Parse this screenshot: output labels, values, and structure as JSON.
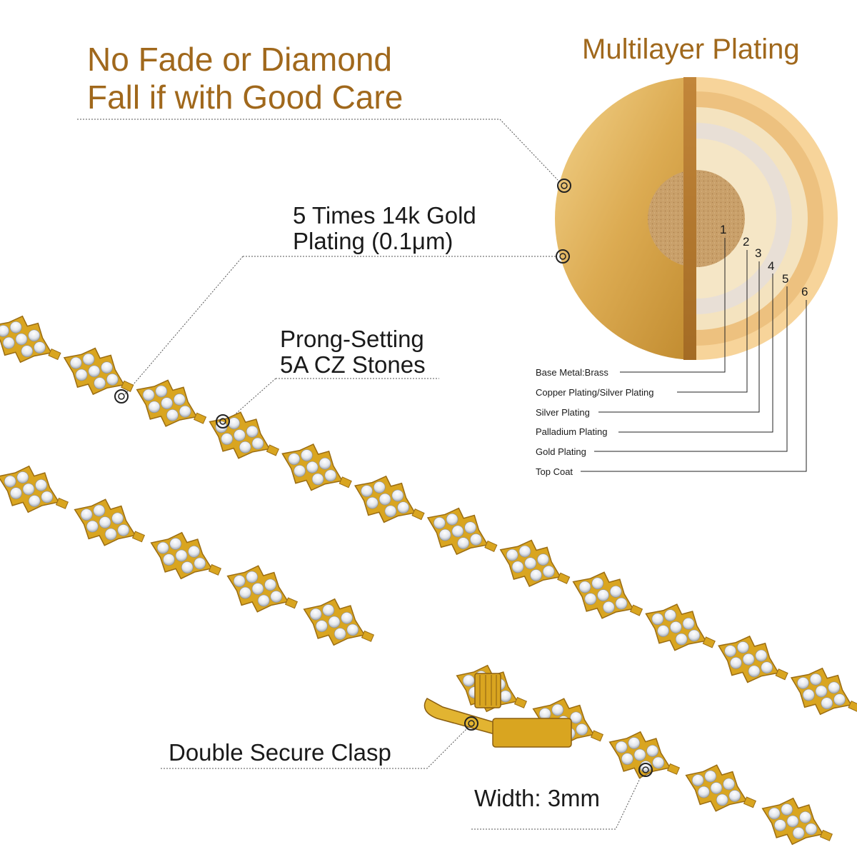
{
  "headline": {
    "line1": "No Fade or Diamond",
    "line2": "Fall if with Good Care"
  },
  "diagram": {
    "title": "Multilayer Plating",
    "layers": [
      {
        "number": "1",
        "label": "Base Metal:Brass",
        "color": "#c9a06a"
      },
      {
        "number": "2",
        "label": "Copper Plating/Silver Plating",
        "color": "#f5e6c6"
      },
      {
        "number": "3",
        "label": "Silver Plating",
        "color": "#e8dfd6"
      },
      {
        "number": "4",
        "label": "Palladium Plating",
        "color": "#f4e3bf"
      },
      {
        "number": "5",
        "label": "Gold Plating",
        "color": "#edc17f"
      },
      {
        "number": "6",
        "label": "Top Coat",
        "color": "#f7d49a"
      }
    ]
  },
  "features": {
    "plating": {
      "line1": "5 Times 14k Gold",
      "line2": "Plating (0.1μm)"
    },
    "stones": {
      "line1": "Prong-Setting",
      "line2": "5A CZ Stones"
    },
    "clasp": "Double Secure Clasp",
    "width": "Width: 3mm"
  },
  "colors": {
    "gold_text": "#a0681c",
    "gold_metal": "#d9a520",
    "stone": "#eef0f3"
  }
}
